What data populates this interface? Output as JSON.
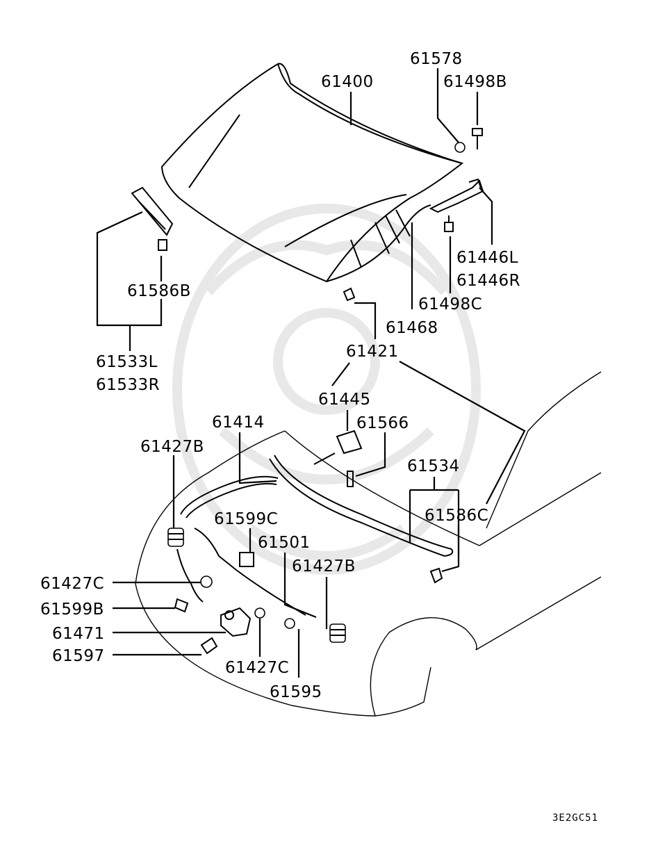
{
  "part_labels": {
    "p61578": "61578",
    "p61498B": "61498B",
    "p61400": "61400",
    "p61446L": "61446L",
    "p61446R": "61446R",
    "p61498C": "61498C",
    "p61468": "61468",
    "p61421": "61421",
    "p61586B": "61586B",
    "p61533L": "61533L",
    "p61533R": "61533R",
    "p61445": "61445",
    "p61566": "61566",
    "p61414": "61414",
    "p61427B_top": "61427B",
    "p61534": "61534",
    "p61586C": "61586C",
    "p61599C": "61599C",
    "p61501": "61501",
    "p61427B_mid": "61427B",
    "p61427C_left": "61427C",
    "p61599B": "61599B",
    "p61471": "61471",
    "p61597": "61597",
    "p61427C_bottom": "61427C",
    "p61595": "61595"
  },
  "diagram_code": "3E2GC51"
}
